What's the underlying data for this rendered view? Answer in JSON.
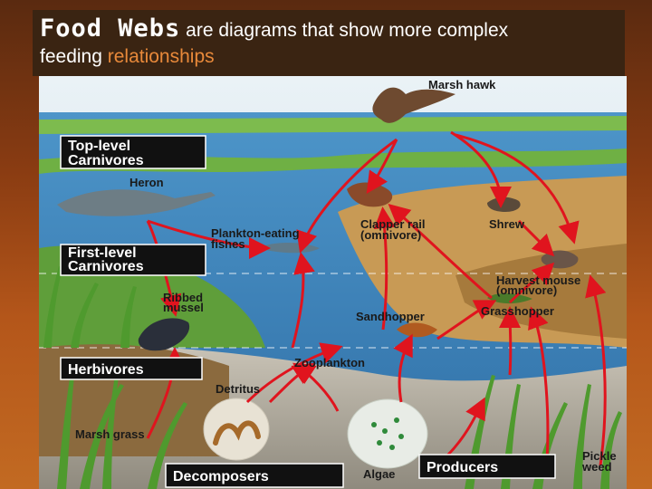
{
  "title": {
    "strong": "Food Webs",
    "rest": " are diagrams that show more complex",
    "line2_plain": "feeding ",
    "line2_accent": "relationships"
  },
  "colors": {
    "accent": "#e8893a",
    "arrow": "#e0141e",
    "water": "#3f86c0",
    "marsh": "#5da83a"
  },
  "categories": {
    "top_l1": "Top-level",
    "top_l2": "Carnivores",
    "first_l1": "First-level",
    "first_l2": "Carnivores",
    "herbivores": "Herbivores",
    "decomposers": "Decomposers",
    "producers": "Producers"
  },
  "organisms": {
    "marsh_hawk": "Marsh hawk",
    "heron": "Heron",
    "clapper_rail_l1": "Clapper rail",
    "clapper_rail_l2": "(omnivore)",
    "shrew": "Shrew",
    "plankton_l1": "Plankton-eating",
    "plankton_l2": "fishes",
    "harvest_l1": "Harvest mouse",
    "harvest_l2": "(omnivore)",
    "ribbed_l1": "Ribbed",
    "ribbed_l2": "mussel",
    "sandhopper": "Sandhopper",
    "grasshopper": "Grasshopper",
    "zooplankton": "Zooplankton",
    "detritus": "Detritus",
    "marsh_grass": "Marsh grass",
    "algae": "Algae",
    "pickle_l1": "Pickle",
    "pickle_l2": "weed"
  }
}
